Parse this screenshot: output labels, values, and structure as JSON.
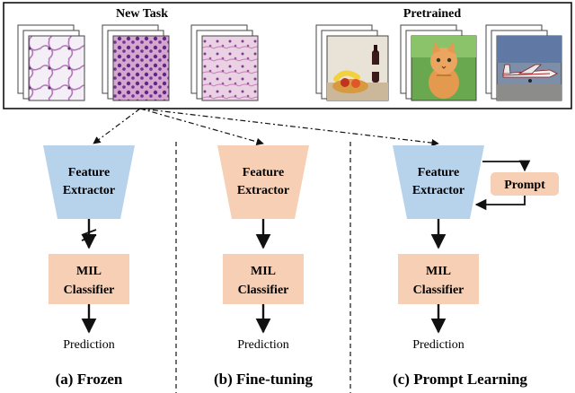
{
  "top_panel": {
    "new_task_label": "New Task",
    "pretrained_label": "Pretrained",
    "new_task_images": [
      "histology-fat-tissue",
      "histology-dense-cells",
      "histology-mixed-tissue"
    ],
    "pretrained_images": [
      "food-fruit-wine",
      "kitten",
      "airplane"
    ]
  },
  "panels": [
    {
      "id": "frozen",
      "extractor_label": [
        "Feature",
        "Extractor"
      ],
      "extractor_color": "#b7d3ec",
      "classifier_label": [
        "MIL",
        "Classifier"
      ],
      "classifier_color": "#f7cfb4",
      "output_label": "Prediction",
      "caption": "(a) Frozen",
      "gradient_blocked": true
    },
    {
      "id": "fine-tuning",
      "extractor_label": [
        "Feature",
        "Extractor"
      ],
      "extractor_color": "#f7cfb4",
      "classifier_label": [
        "MIL",
        "Classifier"
      ],
      "classifier_color": "#f7cfb4",
      "output_label": "Prediction",
      "caption": "(b) Fine-tuning",
      "gradient_blocked": false
    },
    {
      "id": "prompt-learning",
      "extractor_label": [
        "Feature",
        "Extractor"
      ],
      "extractor_color": "#b7d3ec",
      "classifier_label": [
        "MIL",
        "Classifier"
      ],
      "classifier_color": "#f7cfb4",
      "output_label": "Prediction",
      "caption": "(c) Prompt Learning",
      "gradient_blocked": false,
      "prompt_label": "Prompt",
      "prompt_color": "#f7cfb4"
    }
  ],
  "colors": {
    "frozen_blue": "#b7d3ec",
    "trainable_orange": "#f7cfb4",
    "line": "#111111"
  }
}
